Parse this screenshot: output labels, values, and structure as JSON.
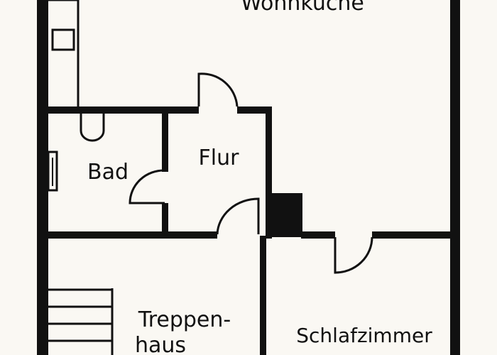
{
  "plan": {
    "colors": {
      "wall": "#111111",
      "background": "#faf8f3"
    },
    "rooms": {
      "wohnkueche": "Wohnküche",
      "bad": "Bad",
      "flur": "Flur",
      "treppenhaus_line1": "Treppen-",
      "treppenhaus_line2": "haus",
      "schlafzimmer": "Schlafzimmer"
    }
  }
}
